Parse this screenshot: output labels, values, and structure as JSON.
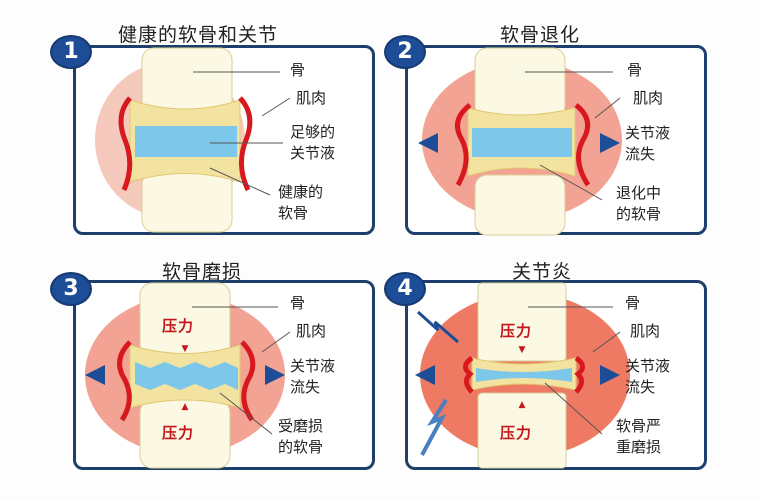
{
  "panels": [
    {
      "number": "1",
      "title": "健康的软骨和关节",
      "labels": {
        "bone": "骨",
        "muscle": "肌肉",
        "fluid": "足够的\n关节液",
        "cartilage": "健康的\n软骨"
      }
    },
    {
      "number": "2",
      "title": "软骨退化",
      "labels": {
        "bone": "骨",
        "muscle": "肌肉",
        "fluid": "关节液\n流失",
        "cartilage": "退化中\n的软骨"
      }
    },
    {
      "number": "3",
      "title": "软骨磨损",
      "pressure": "压力",
      "labels": {
        "bone": "骨",
        "muscle": "肌肉",
        "fluid": "关节液\n流失",
        "cartilage": "受磨损\n的软骨"
      }
    },
    {
      "number": "4",
      "title": "关节炎",
      "pressure": "压力",
      "labels": {
        "bone": "骨",
        "muscle": "肌肉",
        "fluid": "关节液\n流失",
        "cartilage": "软骨严\n重磨损"
      }
    }
  ],
  "colors": {
    "frame": "#1e3f6b",
    "badge": "#1d4d96",
    "bone": "#fbf8e3",
    "cartilage": "#f3e3a0",
    "fluid": "#7dc7ea",
    "muscle_healthy": "#f6c9bd",
    "muscle_inflamed": "#ee7a63",
    "synovium": "#d7191f",
    "pressure": "#c4161c"
  }
}
